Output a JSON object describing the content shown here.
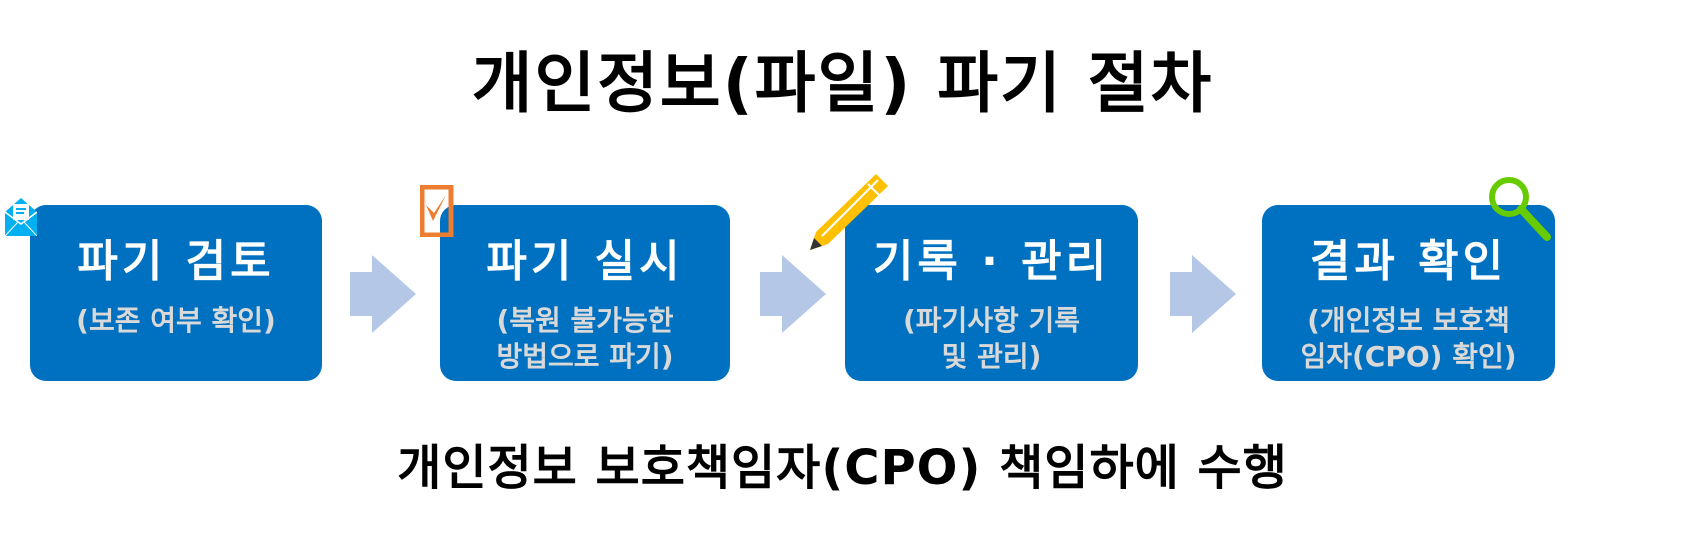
{
  "title": "개인정보(파일) 파기 절차",
  "steps": [
    {
      "heading": "파기 검토",
      "detail_lines": [
        "(보존 여부 확인)"
      ],
      "icon": "envelope-icon"
    },
    {
      "heading": "파기 실시",
      "detail_lines": [
        "(복원 불가능한",
        "방법으로 파기)"
      ],
      "icon": "checkbox-icon"
    },
    {
      "heading": "기록 · 관리",
      "detail_lines": [
        "(파기사항 기록",
        "및 관리)"
      ],
      "icon": "pencil-icon"
    },
    {
      "heading": "결과 확인",
      "detail_lines": [
        "(개인정보 보호책",
        "임자(CPO) 확인)"
      ],
      "icon": "magnifier-icon"
    }
  ],
  "footer": "개인정보 보호책임자(CPO) 책임하에 수행",
  "colors": {
    "box": "#0070c0",
    "arrow": "#b4c7e7",
    "envelope": "#00b0f0",
    "checkbox": "#ed7d31",
    "pencil": "#ffc000",
    "magnifier": "#66cc00"
  }
}
